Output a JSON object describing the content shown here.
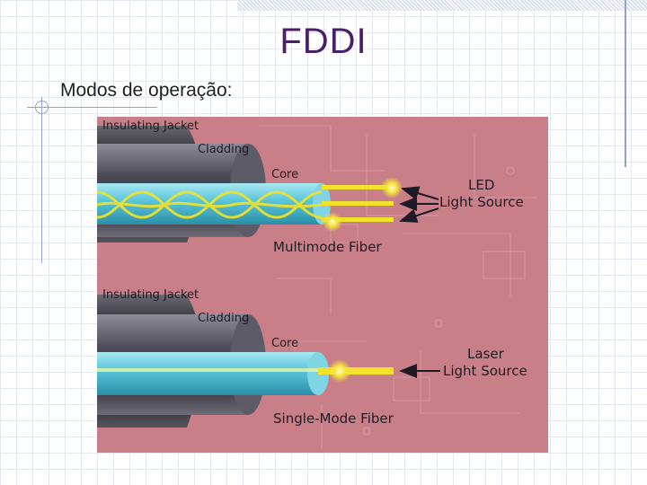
{
  "slide": {
    "title": "FDDI",
    "subtitle": "Modos de operação:"
  },
  "diagram": {
    "multimode": {
      "jacket_label": "Insulating Jacket",
      "cladding_label": "Cladding",
      "core_label": "Core",
      "fiber_label": "Multimode Fiber",
      "source_line1": "LED",
      "source_line2": "Light Source"
    },
    "singlemode": {
      "jacket_label": "Insulating Jacket",
      "cladding_label": "Cladding",
      "core_label": "Core",
      "fiber_label": "Single-Mode Fiber",
      "source_line1": "Laser",
      "source_line2": "Light Source"
    }
  },
  "colors": {
    "title": "#4b1e6a",
    "figure_background": "#c97f88",
    "core": "#66c9dc",
    "light": "#f2e22a"
  }
}
